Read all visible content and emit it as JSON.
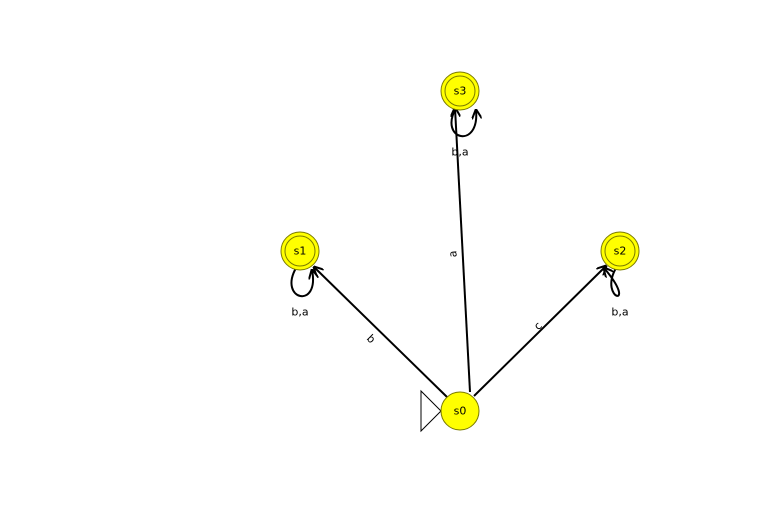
{
  "diagram": {
    "states": [
      {
        "id": "s0",
        "label": "s0",
        "initial": true,
        "accepting": false
      },
      {
        "id": "s1",
        "label": "s1",
        "initial": false,
        "accepting": true
      },
      {
        "id": "s2",
        "label": "s2",
        "initial": false,
        "accepting": true
      },
      {
        "id": "s3",
        "label": "s3",
        "initial": false,
        "accepting": true
      }
    ],
    "transitions": [
      {
        "from": "s0",
        "to": "s1",
        "label": "b"
      },
      {
        "from": "s0",
        "to": "s3",
        "label": "a"
      },
      {
        "from": "s0",
        "to": "s2",
        "label": "c"
      },
      {
        "from": "s1",
        "to": "s1",
        "label": "b,a"
      },
      {
        "from": "s2",
        "to": "s2",
        "label": "b,a"
      },
      {
        "from": "s3",
        "to": "s3",
        "label": "b,a"
      }
    ],
    "colors": {
      "state_fill": "#ffff00",
      "state_stroke": "#7a7a00",
      "edge": "#000000",
      "background": "#ffffff"
    }
  }
}
